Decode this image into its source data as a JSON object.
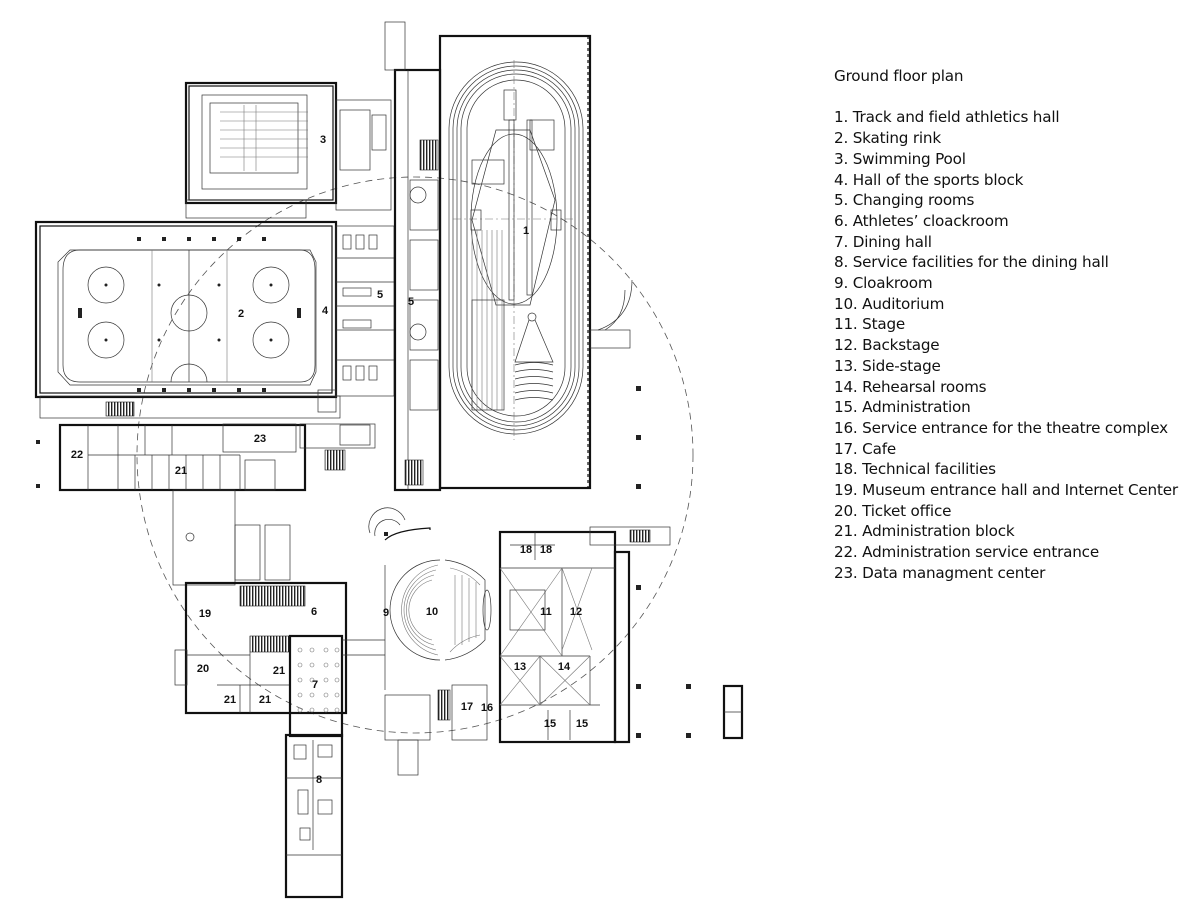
{
  "legend": {
    "title": "Ground floor plan",
    "items": [
      "1. Track and field athletics hall",
      "2. Skating rink",
      "3. Swimming Pool",
      "4. Hall of the sports block",
      "5. Changing rooms",
      "6. Athletes’ cloackroom",
      "7. Dining hall",
      "8. Service facilities for the dining hall",
      "9. Cloakroom",
      "10. Auditorium",
      "11. Stage",
      "12. Backstage",
      "13. Side-stage",
      "14. Rehearsal rooms",
      "15. Administration",
      "16. Service entrance for the theatre complex",
      "17. Cafe",
      "18. Technical facilities",
      "19. Museum entrance hall and Internet Center",
      "20. Ticket office",
      "21. Administration block",
      "22. Administration service entrance",
      "23. Data managment center"
    ]
  },
  "plan_labels": {
    "r1": "1",
    "r2": "2",
    "r3": "3",
    "r4": "4",
    "r5a": "5",
    "r5b": "5",
    "r6": "6",
    "r7": "7",
    "r8": "8",
    "r9": "9",
    "r10": "10",
    "r11": "11",
    "r12": "12",
    "r13": "13",
    "r14": "14",
    "r15a": "15",
    "r15b": "15",
    "r16": "16",
    "r17": "17",
    "r18a": "18",
    "r18b": "18",
    "r19": "19",
    "r20": "20",
    "r21a": "21",
    "r21b": "21",
    "r21c": "21",
    "r21d": "21",
    "r22": "22",
    "r23": "23"
  }
}
